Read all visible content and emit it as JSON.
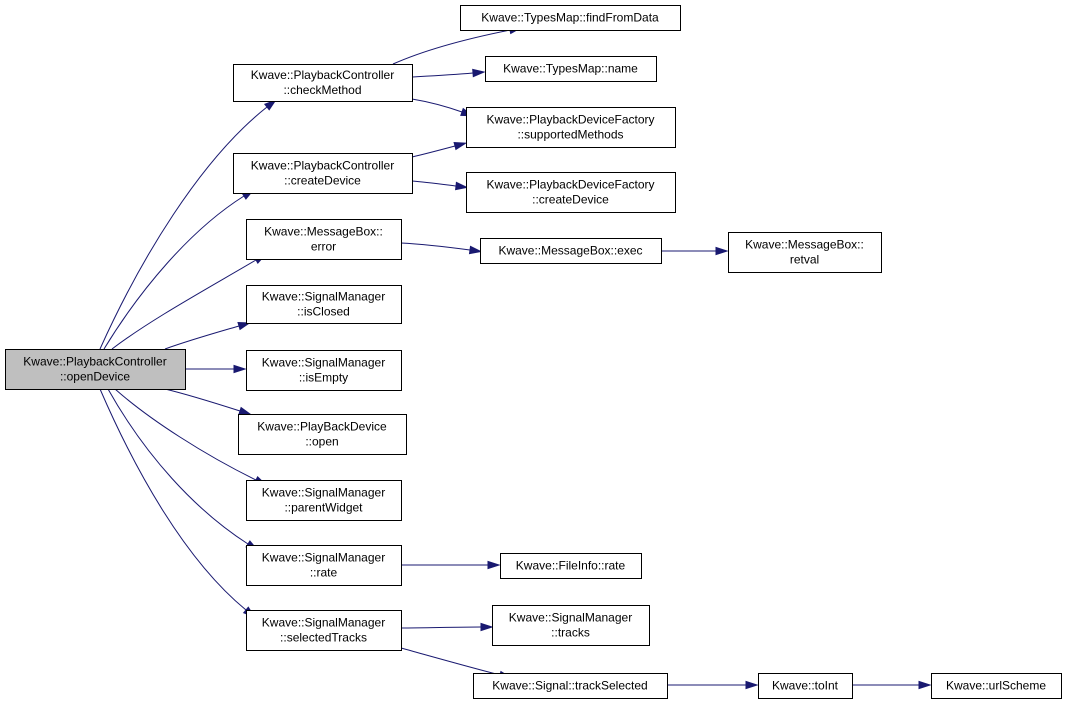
{
  "colors": {
    "edge": "#191970",
    "root_fill": "#bfbfbf",
    "node_fill": "#ffffff",
    "border": "#000000"
  },
  "nodes": {
    "openDevice": [
      "Kwave::PlaybackController",
      "::openDevice"
    ],
    "checkMethod": [
      "Kwave::PlaybackController",
      "::checkMethod"
    ],
    "createDevice": [
      "Kwave::PlaybackController",
      "::createDevice"
    ],
    "msgError": [
      "Kwave::MessageBox::",
      "error"
    ],
    "isClosed": [
      "Kwave::SignalManager",
      "::isClosed"
    ],
    "isEmpty": [
      "Kwave::SignalManager",
      "::isEmpty"
    ],
    "pbOpen": [
      "Kwave::PlayBackDevice",
      "::open"
    ],
    "parentWidget": [
      "Kwave::SignalManager",
      "::parentWidget"
    ],
    "smRate": [
      "Kwave::SignalManager",
      "::rate"
    ],
    "selectedTracks": [
      "Kwave::SignalManager",
      "::selectedTracks"
    ],
    "findFromData": [
      "Kwave::TypesMap::findFromData"
    ],
    "tmName": [
      "Kwave::TypesMap::name"
    ],
    "supportedMethods": [
      "Kwave::PlaybackDeviceFactory",
      "::supportedMethods"
    ],
    "factCreateDevice": [
      "Kwave::PlaybackDeviceFactory",
      "::createDevice"
    ],
    "msgExec": [
      "Kwave::MessageBox::exec"
    ],
    "retval": [
      "Kwave::MessageBox::",
      "retval"
    ],
    "fiRate": [
      "Kwave::FileInfo::rate"
    ],
    "smTracks": [
      "Kwave::SignalManager",
      "::tracks"
    ],
    "trackSelected": [
      "Kwave::Signal::trackSelected"
    ],
    "toInt": [
      "Kwave::toInt"
    ],
    "urlScheme": [
      "Kwave::urlScheme"
    ]
  },
  "edges": [
    [
      "openDevice",
      "checkMethod"
    ],
    [
      "openDevice",
      "createDevice"
    ],
    [
      "openDevice",
      "msgError"
    ],
    [
      "openDevice",
      "isClosed"
    ],
    [
      "openDevice",
      "isEmpty"
    ],
    [
      "openDevice",
      "pbOpen"
    ],
    [
      "openDevice",
      "parentWidget"
    ],
    [
      "openDevice",
      "smRate"
    ],
    [
      "openDevice",
      "selectedTracks"
    ],
    [
      "checkMethod",
      "findFromData"
    ],
    [
      "checkMethod",
      "tmName"
    ],
    [
      "checkMethod",
      "supportedMethods"
    ],
    [
      "createDevice",
      "supportedMethods"
    ],
    [
      "createDevice",
      "factCreateDevice"
    ],
    [
      "msgError",
      "msgExec"
    ],
    [
      "msgExec",
      "retval"
    ],
    [
      "smRate",
      "fiRate"
    ],
    [
      "selectedTracks",
      "smTracks"
    ],
    [
      "selectedTracks",
      "trackSelected"
    ],
    [
      "trackSelected",
      "toInt"
    ],
    [
      "toInt",
      "urlScheme"
    ]
  ]
}
